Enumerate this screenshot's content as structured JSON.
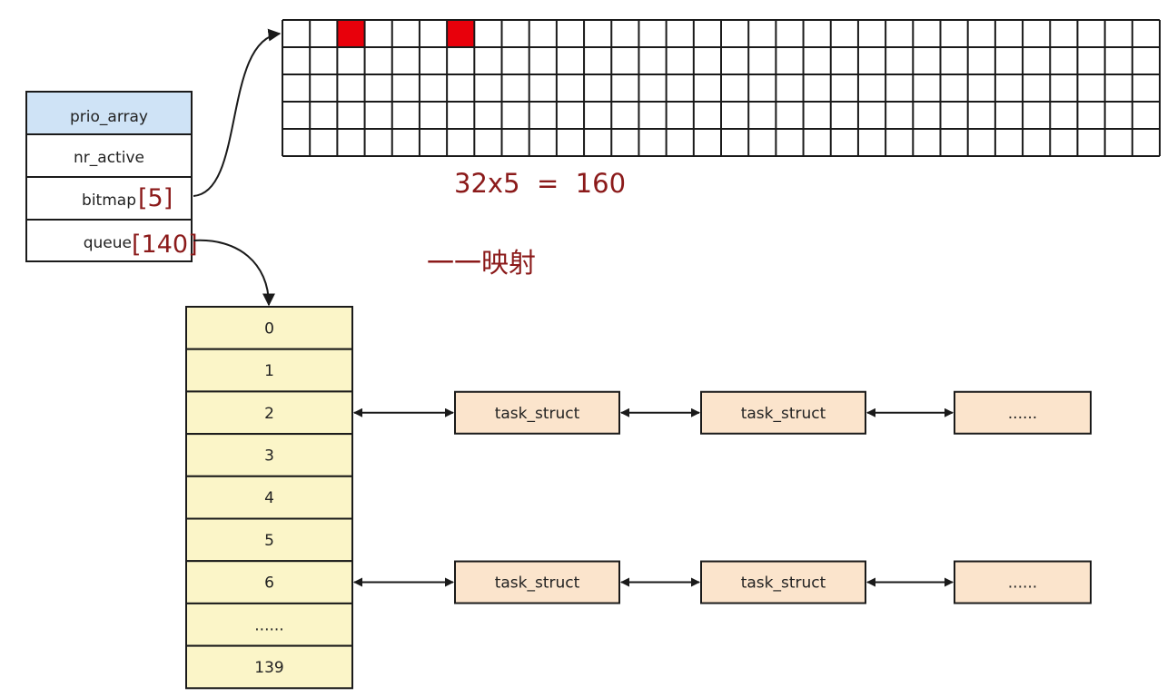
{
  "prio_array": {
    "title": "prio_array",
    "nr_active": "nr_active",
    "bitmap_label": "bitmap",
    "bitmap_size": "[5]",
    "queue_label": "queue",
    "queue_size": "[140]"
  },
  "bitmap_grid": {
    "columns": 32,
    "rows": 5,
    "set_bits": [
      2,
      6
    ],
    "caption": "32x5  =  160"
  },
  "mapping_label": "一一映射",
  "queue_rows": [
    "0",
    "1",
    "2",
    "3",
    "4",
    "5",
    "6",
    "......",
    "139"
  ],
  "task_lists": [
    {
      "queue_index": "2",
      "nodes": [
        "task_struct",
        "task_struct",
        "......"
      ]
    },
    {
      "queue_index": "6",
      "nodes": [
        "task_struct",
        "task_struct",
        "......"
      ]
    }
  ],
  "colors": {
    "header_fill": "#cfe3f6",
    "queue_fill": "#fbf5c8",
    "task_fill": "#fbe4cc",
    "set_bit": "#e8000b",
    "label_red": "#8b1a1a"
  }
}
